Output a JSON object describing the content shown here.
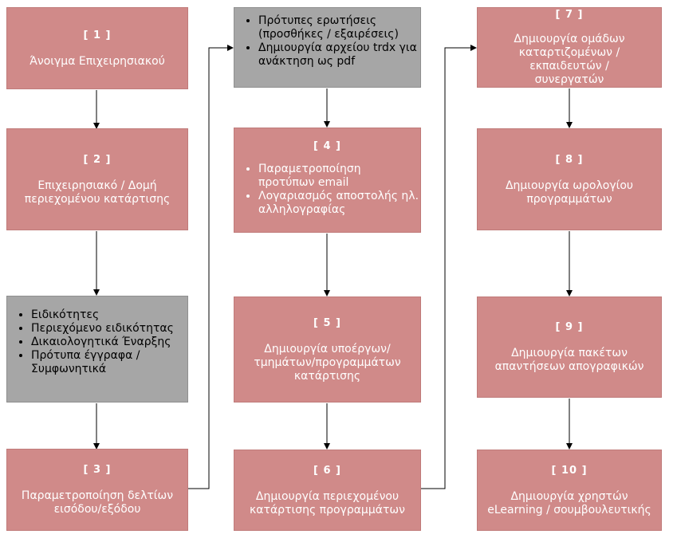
{
  "colors": {
    "pink": "#d08a89",
    "gray": "#a6a6a6",
    "line": "#000000"
  },
  "steps": {
    "s1": {
      "num": "[ 1 ]",
      "text": "Άνοιγμα Επιχειρησιακού"
    },
    "s2": {
      "num": "[ 2 ]",
      "text": "Επιχειρησιακό / Δομή περιεχομένου κατάρτισης"
    },
    "s3": {
      "num": "[ 3 ]",
      "text": "Παραμετροποίηση δελτίων εισόδου/εξόδου"
    },
    "s4": {
      "num": "[ 4 ]",
      "items": [
        "Παραμετροποίηση προτύπων email",
        "Λογαριασμός αποστολής ηλ. αλληλογραφίας"
      ]
    },
    "s5": {
      "num": "[ 5 ]",
      "text": "Δημιουργία υποέργων/ τμημάτων/προγραμμάτων κατάρτισης"
    },
    "s6": {
      "num": "[ 6 ]",
      "text": "Δημιουργία περιεχομένου κατάρτισης προγραμμάτων"
    },
    "s7": {
      "num": "[ 7 ]",
      "text": "Δημιουργία ομάδων καταρτιζομένων / εκπαιδευτών / συνεργατών"
    },
    "s8": {
      "num": "[ 8 ]",
      "text": "Δημιουργία ωρολογίου προγραμμάτων"
    },
    "s9": {
      "num": "[ 9 ]",
      "text": "Δημιουργία πακέτων απαντήσεων απογραφικών"
    },
    "s10": {
      "num": "[ 10 ]",
      "text": "Δημιουργία χρηστών eLearning / σουμβουλευτικής"
    }
  },
  "notes": {
    "specialties": [
      "Ειδικότητες",
      "Περιεχόμενο ειδικότητας",
      "Δικαιολογητικά Έναρξης",
      "Πρότυπα έγγραφα / Συμφωνητικά"
    ],
    "questions": [
      "Πρότυπες ερωτήσεις (προσθήκες / εξαιρέσεις)",
      "Δημιουργία αρχείου trdx για ανάκτηση ως pdf"
    ]
  }
}
